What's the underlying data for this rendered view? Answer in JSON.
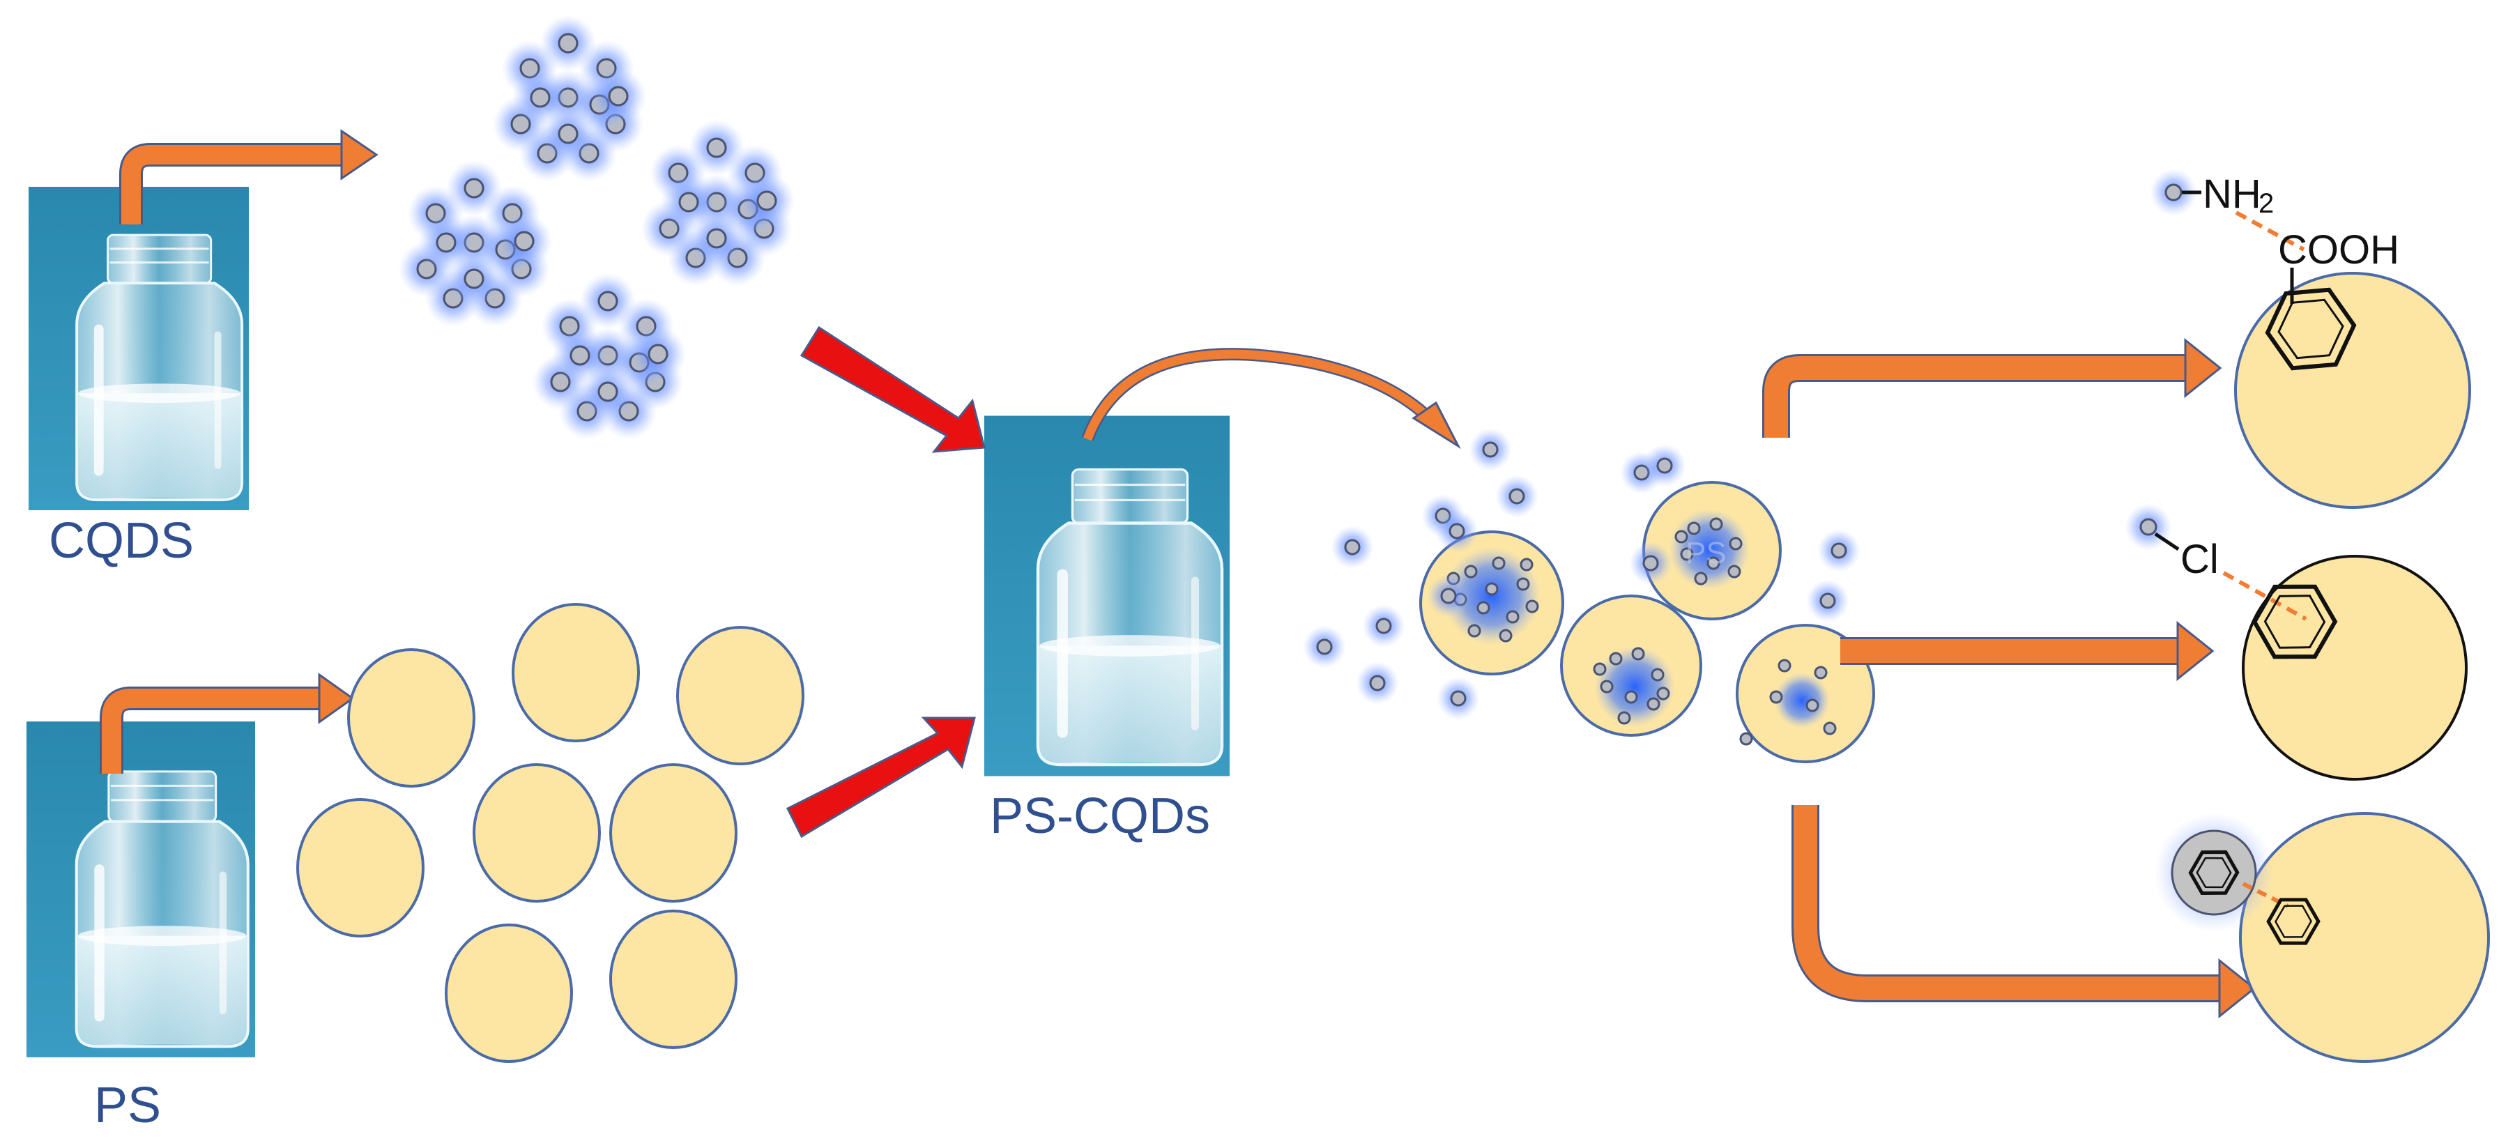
{
  "labels": {
    "cqds": "CQDS",
    "ps": "PS",
    "ps_cqds": "PS-CQDs",
    "ps_on_particle": "PS"
  },
  "chemistry": {
    "nh2_main": "NH",
    "nh2_sub": "2",
    "cooh": "COOH",
    "cl": "Cl"
  },
  "colors": {
    "vial_bg": "#2f8fb3",
    "ps_fill": "#fde6a4",
    "ps_stroke": "#4a6aa8",
    "cqd_fill": "#b9bcc4",
    "cqd_stroke": "#4a5370",
    "glow": "#3a6cff",
    "process_arrow": "#ef7d33",
    "feed_arrow": "#e81010",
    "label_text": "#2f4f8f",
    "interaction_dash": "#ef7d33"
  },
  "icons": {
    "vial": "glass-vial-photo",
    "nanoparticle": "carbon-quantum-dot",
    "microsphere": "polystyrene-sphere",
    "ring": "benzene-ring-icon"
  }
}
